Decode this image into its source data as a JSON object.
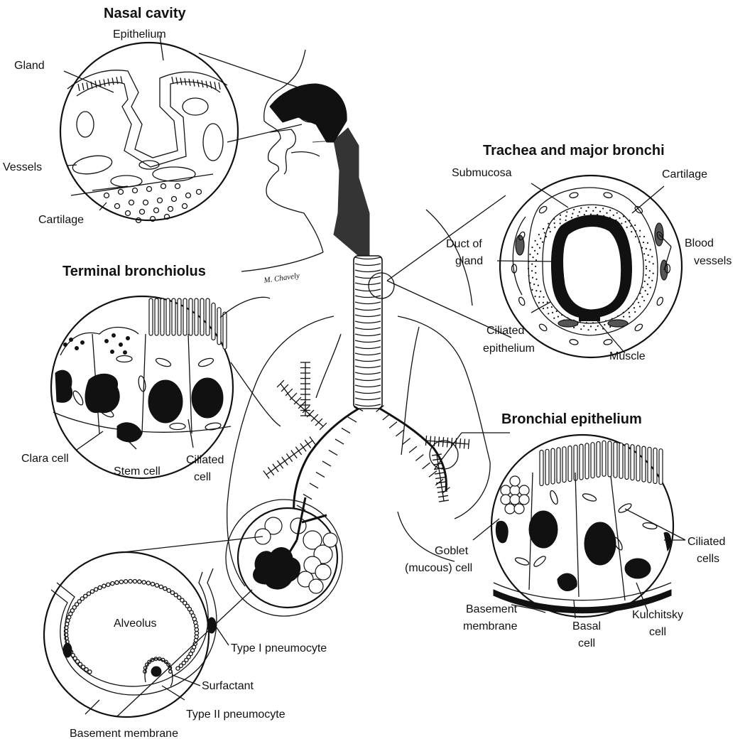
{
  "titles": {
    "nasal": "Nasal cavity",
    "trachea": "Trachea and major bronchi",
    "terminal": "Terminal bronchiolus",
    "bronchial": "Bronchial epithelium"
  },
  "labels": {
    "epithelium": "Epithelium",
    "gland": "Gland",
    "vessels": "Vessels",
    "cartilage_nasal": "Cartilage",
    "submucosa": "Submucosa",
    "cartilage_trachea": "Cartilage",
    "duct_of_gland_1": "Duct of",
    "duct_of_gland_2": "gland",
    "blood_vessels_1": "Blood",
    "blood_vessels_2": "vessels",
    "ciliated_epithelium_1": "Ciliated",
    "ciliated_epithelium_2": "epithelium",
    "muscle": "Muscle",
    "clara_cell": "Clara cell",
    "stem_cell": "Stem cell",
    "ciliated_cell_1": "Ciliated",
    "ciliated_cell_2": "cell",
    "goblet_1": "Goblet",
    "goblet_2": "(mucous) cell",
    "ciliated_cells_1": "Ciliated",
    "ciliated_cells_2": "cells",
    "basement_membrane_1": "Basement",
    "basement_membrane_2": "membrane",
    "basal_cell_1": "Basal",
    "basal_cell_2": "cell",
    "kulchitsky_1": "Kulchitsky",
    "kulchitsky_2": "cell",
    "alveolus": "Alveolus",
    "type1": "Type I pneumocyte",
    "surfactant": "Surfactant",
    "type2": "Type II pneumocyte",
    "basement_membrane_alv": "Basement membrane"
  },
  "signature": "M. Chavely",
  "colors": {
    "ink": "#111111",
    "background": "#ffffff"
  }
}
